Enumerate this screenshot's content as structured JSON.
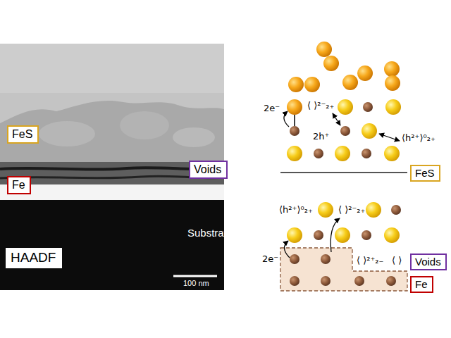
{
  "diagram": {
    "nodes": [
      {
        "text": [
          "FeS"
        ]
      },
      {
        "text": [
          "Voids"
        ]
      },
      {
        "text": [
          "Fe"
        ]
      },
      {
        "text": [
          "HAADF"
        ]
      },
      {
        "text": [
          "FeS"
        ]
      },
      {
        "text": [
          "Voids"
        ]
      },
      {
        "text": [
          "Fe"
        ]
      }
    ],
    "labels": [
      "Substrate",
      "100 nm",
      "2e⁻",
      "⟨ ⟩²⁻₂₊",
      "2h⁺",
      "⟨h²⁺⟩⁰₂₊",
      "⟨h²⁺⟩⁰₂₊",
      "⟨ ⟩²⁻₂₊",
      "2e⁻",
      "⟨ ⟩²⁺₂₋",
      "⟨ ⟩"
    ]
  }
}
